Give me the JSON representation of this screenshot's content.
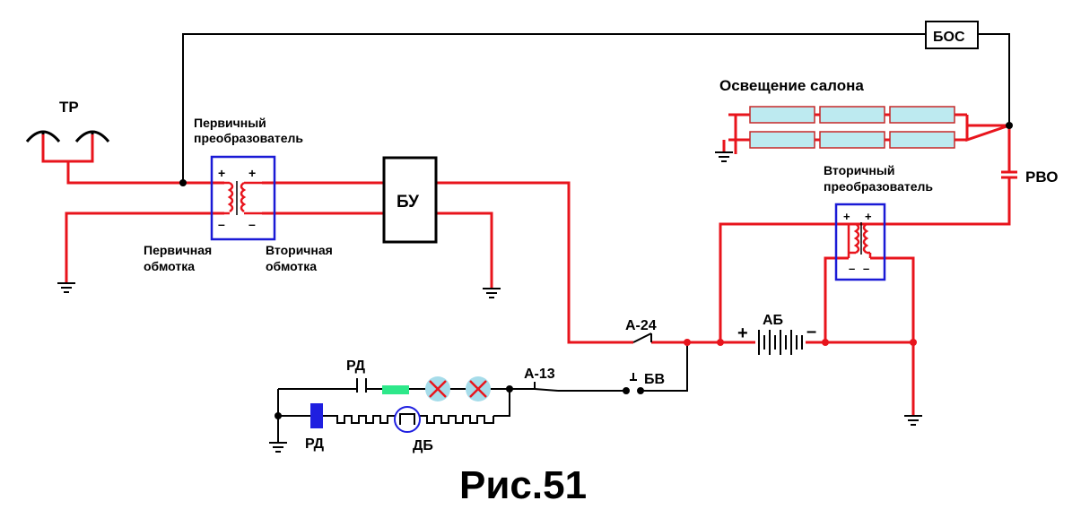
{
  "caption": "Рис.51",
  "labels": {
    "tr": "ТР",
    "primary_converter_1": "Первичный",
    "primary_converter_2": "преобразователь",
    "primary_winding_1": "Первичная",
    "primary_winding_2": "обмотка",
    "secondary_winding_1": "Вторичная",
    "secondary_winding_2": "обмотка",
    "bu": "БУ",
    "bos": "БОС",
    "cabin_light": "Освещение салона",
    "rvo": "РВО",
    "secondary_converter_1": "Вторичный",
    "secondary_converter_2": "преобразователь",
    "a24": "А-24",
    "ab": "АБ",
    "a13": "А-13",
    "bv": "БВ",
    "rd_top": "РД",
    "rd_bottom": "РД",
    "db": "ДБ"
  },
  "polarity": {
    "plus": "+",
    "minus": "–"
  },
  "colors": {
    "wire_red": "#e8141c",
    "wire_black": "#000000",
    "transformer_frame": "#1a1ad6",
    "lamp_fill": "#bdeaf0",
    "lamp_border": "#c62828",
    "heater_green": "#2ee88a",
    "relay_blue": "#1f1fe0",
    "bulb_halo": "#a6dcea"
  }
}
